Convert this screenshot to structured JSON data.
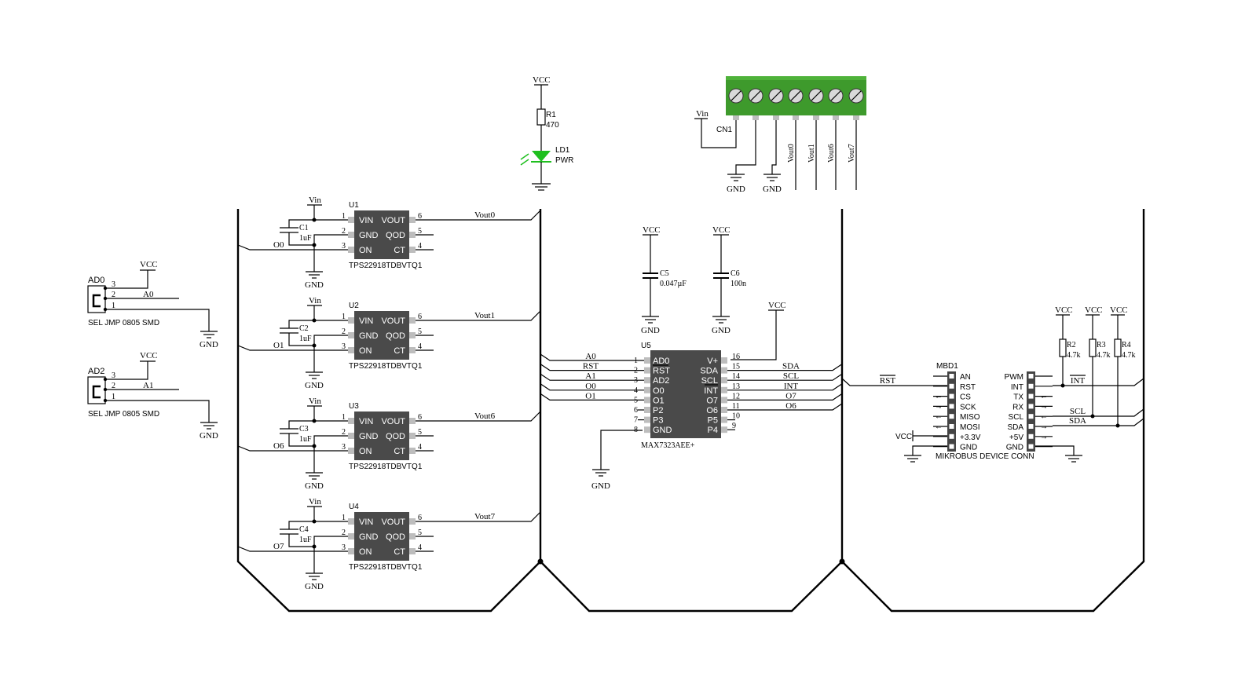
{
  "colors": {
    "chip": "#4a4a4a",
    "pin": "#bdbdbd",
    "terminal": "#3e9a2c",
    "led": "#1fbf1f",
    "arrow": "#e02020"
  },
  "power": {
    "vcc": "VCC",
    "vin": "Vin",
    "gnd": "GND"
  },
  "led_section": {
    "r_ref": "R1",
    "r_val": "470",
    "led_ref": "LD1",
    "led_val": "PWR"
  },
  "terminal": {
    "ref": "CN1",
    "outputs": [
      "Vout0",
      "Vout1",
      "Vout6",
      "Vout7"
    ]
  },
  "jumpers": [
    {
      "ref": "AD0",
      "net": "A0",
      "label": "SEL JMP 0805 SMD",
      "pins": [
        "3",
        "2",
        "1"
      ]
    },
    {
      "ref": "AD2",
      "net": "A1",
      "label": "SEL JMP 0805 SMD",
      "pins": [
        "3",
        "2",
        "1"
      ]
    }
  ],
  "switches": [
    {
      "ref": "U1",
      "cap": "C1",
      "cap_val": "1uF",
      "on_net": "O0",
      "out_net": "Vout0",
      "part": "TPS22918TDBVTQ1"
    },
    {
      "ref": "U2",
      "cap": "C2",
      "cap_val": "1uF",
      "on_net": "O1",
      "out_net": "Vout1",
      "part": "TPS22918TDBVTQ1"
    },
    {
      "ref": "U3",
      "cap": "C3",
      "cap_val": "1uF",
      "on_net": "O6",
      "out_net": "Vout6",
      "part": "TPS22918TDBVTQ1"
    },
    {
      "ref": "U4",
      "cap": "C4",
      "cap_val": "1uF",
      "on_net": "O7",
      "out_net": "Vout7",
      "part": "TPS22918TDBVTQ1"
    }
  ],
  "switch_pins": {
    "left": [
      {
        "num": "1",
        "name": "VIN"
      },
      {
        "num": "2",
        "name": "GND"
      },
      {
        "num": "3",
        "name": "ON"
      }
    ],
    "right": [
      {
        "num": "6",
        "name": "VOUT"
      },
      {
        "num": "5",
        "name": "QOD"
      },
      {
        "num": "4",
        "name": "CT"
      }
    ]
  },
  "caps": [
    {
      "ref": "C5",
      "val": "0.047µF"
    },
    {
      "ref": "C6",
      "val": "100n"
    }
  ],
  "expander": {
    "ref": "U5",
    "part": "MAX7323AEE+",
    "left_pins": [
      {
        "num": "1",
        "name": "AD0",
        "net": "A0"
      },
      {
        "num": "2",
        "name": "RST",
        "net": "RST"
      },
      {
        "num": "3",
        "name": "AD2",
        "net": "A1"
      },
      {
        "num": "4",
        "name": "O0",
        "net": "O0"
      },
      {
        "num": "5",
        "name": "O1",
        "net": "O1"
      },
      {
        "num": "6",
        "name": "P2",
        "net": ""
      },
      {
        "num": "7",
        "name": "P3",
        "net": ""
      },
      {
        "num": "8",
        "name": "GND",
        "net": ""
      }
    ],
    "right_pins": [
      {
        "num": "16",
        "name": "V+",
        "net": ""
      },
      {
        "num": "15",
        "name": "SDA",
        "net": "SDA"
      },
      {
        "num": "14",
        "name": "SCL",
        "net": "SCL"
      },
      {
        "num": "13",
        "name": "INT",
        "net": "INT"
      },
      {
        "num": "12",
        "name": "O7",
        "net": "O7"
      },
      {
        "num": "11",
        "name": "O6",
        "net": "O6"
      },
      {
        "num": "10",
        "name": "P5",
        "net": ""
      },
      {
        "num": "9",
        "name": "P4",
        "net": ""
      }
    ]
  },
  "mikrobus": {
    "ref": "MBD1",
    "label": "MIKROBUS DEVICE CONN",
    "left": [
      "AN",
      "RST",
      "CS",
      "SCK",
      "MISO",
      "MOSI",
      "+3.3V",
      "GND"
    ],
    "right": [
      "PWM",
      "INT",
      "TX",
      "RX",
      "SCL",
      "SDA",
      "+5V",
      "GND"
    ],
    "nets": {
      "rst": "RST",
      "int": "INT",
      "scl": "SCL",
      "sda": "SDA"
    }
  },
  "pullups": [
    {
      "ref": "R2",
      "val": "4.7k"
    },
    {
      "ref": "R3",
      "val": "4.7k"
    },
    {
      "ref": "R4",
      "val": "4.7k"
    }
  ]
}
